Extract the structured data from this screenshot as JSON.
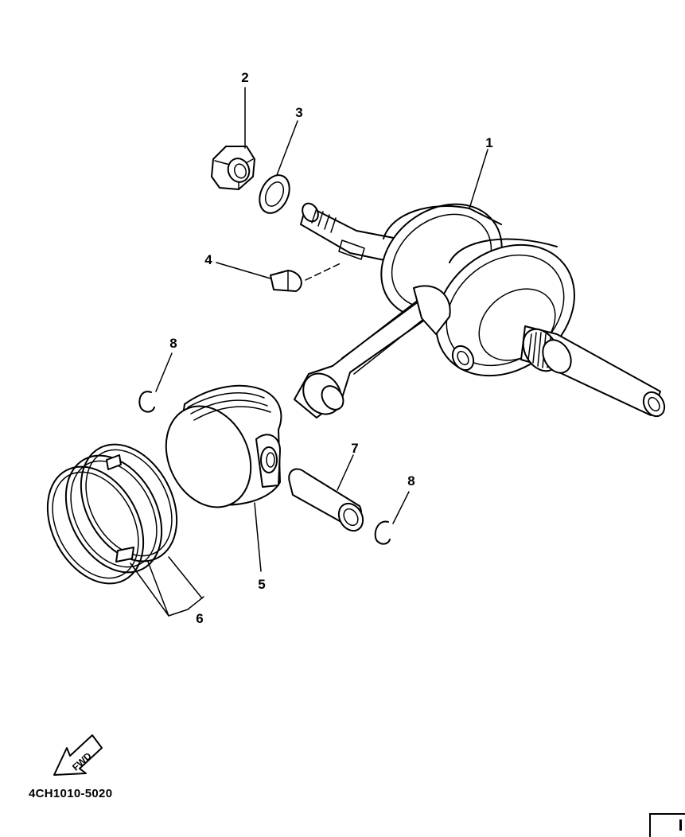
{
  "diagram": {
    "part_code": "4CH1010-5020",
    "fwd_label": "FWD",
    "callouts": [
      "1",
      "2",
      "3",
      "4",
      "5",
      "6",
      "7",
      "8",
      "8"
    ]
  },
  "parts": [
    {
      "callout": "1",
      "icon": "crankshaft-icon"
    },
    {
      "callout": "2",
      "icon": "nut-icon"
    },
    {
      "callout": "3",
      "icon": "washer-icon"
    },
    {
      "callout": "4",
      "icon": "woodruff-key-icon"
    },
    {
      "callout": "5",
      "icon": "piston-icon"
    },
    {
      "callout": "6",
      "icon": "piston-ring-set-icon"
    },
    {
      "callout": "7",
      "icon": "piston-pin-icon"
    },
    {
      "callout": "8",
      "icon": "circlip-icon"
    }
  ]
}
